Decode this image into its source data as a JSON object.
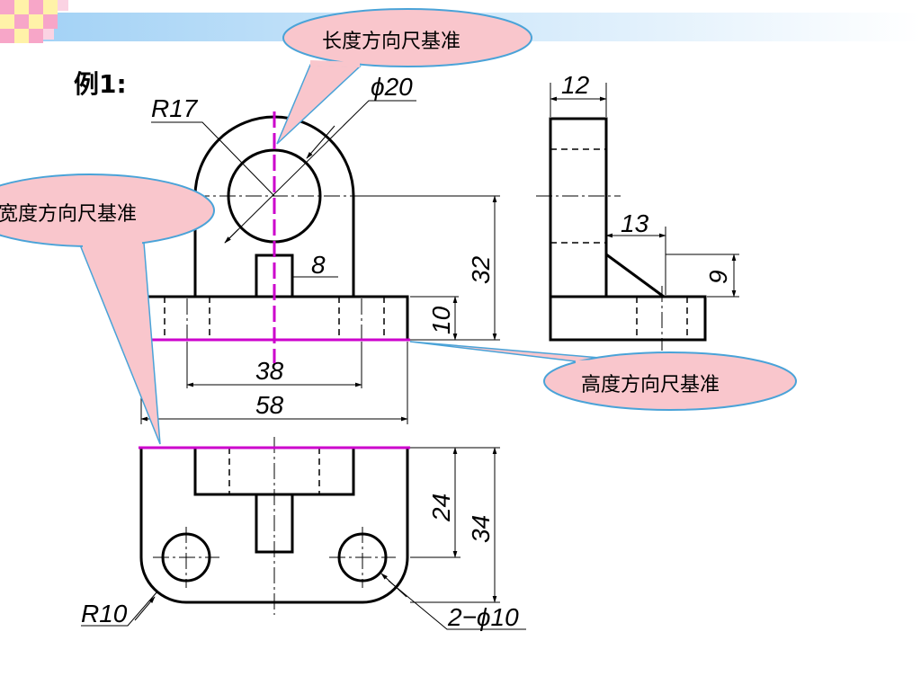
{
  "slide": {
    "title": "例1:",
    "callouts": {
      "length_datum": "长度方向尺基准",
      "width_datum": "宽度方向尺基准",
      "height_datum": "高度方向尺基准"
    }
  },
  "drawing": {
    "front_view": {
      "radius_label": "R17",
      "hole_label": "ϕ20",
      "boss_width_label": "8",
      "base_height_label": "10",
      "hole_height_label": "32",
      "hole_spacing_label": "38",
      "overall_length_label": "58"
    },
    "side_view": {
      "thickness_label": "12",
      "rib_width_label": "13",
      "rib_height_label": "9"
    },
    "top_view": {
      "depth_inner_label": "24",
      "depth_overall_label": "34",
      "corner_radius_label": "R10",
      "holes_label": "2−ϕ10"
    }
  },
  "colors": {
    "datum_line": "#cc00cc",
    "callout_fill": "#f9c6cc",
    "callout_stroke": "#4aa3d8",
    "banner": "#cfe8fb"
  }
}
